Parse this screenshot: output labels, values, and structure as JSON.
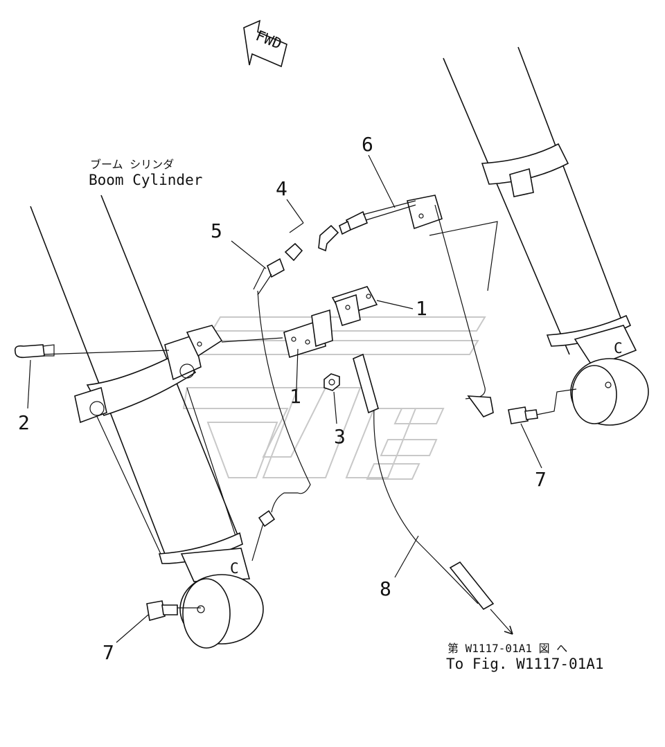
{
  "diagram": {
    "fwd_label": "FWD",
    "boom_cylinder_jp": "ブーム シリンダ",
    "boom_cylinder_en": "Boom Cylinder",
    "cyl_mark_left": "C",
    "cyl_mark_right": "C",
    "ref_jp": "第 W1117-01A1 図 へ",
    "ref_en": "To Fig. W1117-01A1",
    "callouts": {
      "c1a": "1",
      "c1b": "1",
      "c2": "2",
      "c3": "3",
      "c4": "4",
      "c5": "5",
      "c6": "6",
      "c7a": "7",
      "c7b": "7",
      "c8": "8"
    }
  }
}
